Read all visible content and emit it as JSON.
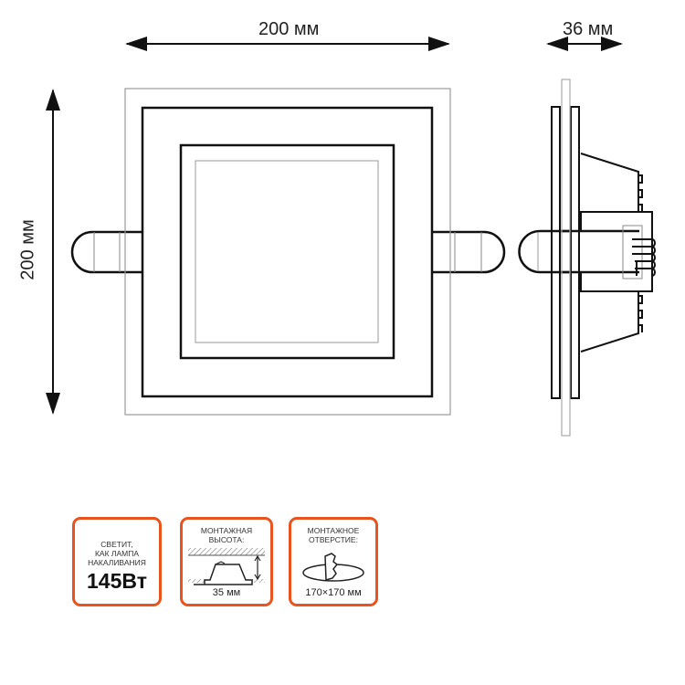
{
  "dimensions": {
    "width": "200 мм",
    "height": "200 мм",
    "depth": "36 мм"
  },
  "badges": [
    {
      "lines": [
        "СВЕТИТ,",
        "КАК ЛАМПА",
        "НАКАЛИВАНИЯ"
      ],
      "value": "145Вт"
    },
    {
      "lines": [
        "МОНТАЖНАЯ",
        "ВЫСОТА:"
      ],
      "value": "35 мм"
    },
    {
      "lines": [
        "МОНТАЖНОЕ",
        "ОТВЕРСТИЕ:"
      ],
      "value": "170×170 мм"
    }
  ],
  "colors": {
    "accent": "#e8541e",
    "line": "#111111",
    "gray": "#999999"
  }
}
